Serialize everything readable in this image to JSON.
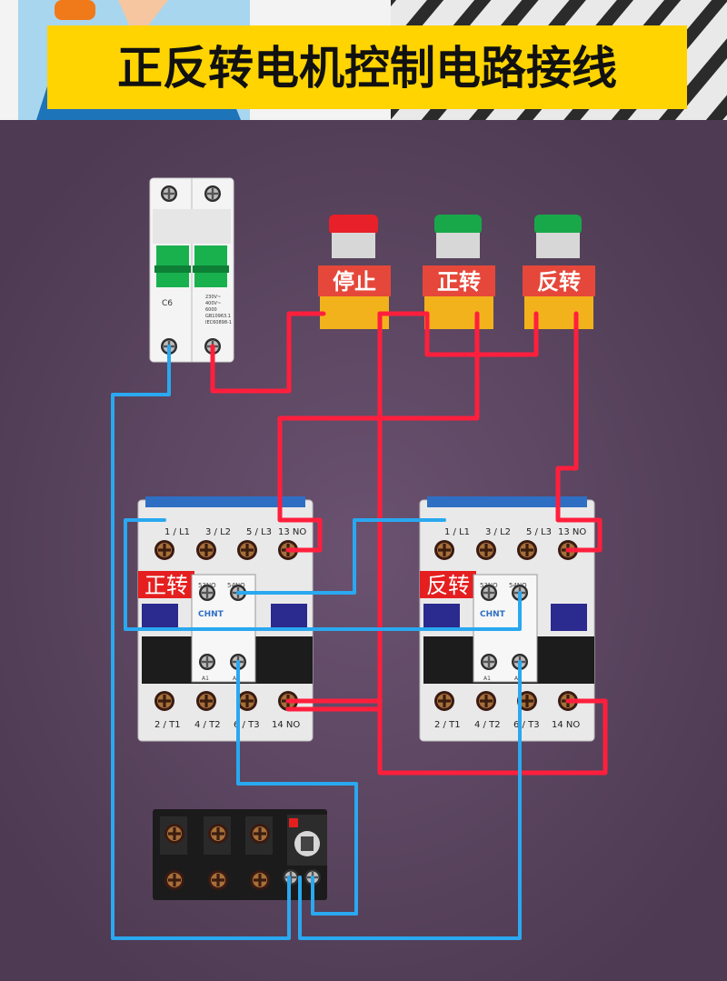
{
  "title": "正反转电机控制电路接线",
  "buttons": {
    "stop": "停止",
    "forward": "正转",
    "reverse": "反转"
  },
  "breaker": {
    "lines": [
      "C6",
      "230V~",
      "400V~",
      "6000",
      "GB10963.1",
      "IEC60898-1"
    ]
  },
  "contactor_forward": {
    "tag": "正转",
    "brand": "CHNT",
    "terminals_top": [
      "1 / L1",
      "3 / L2",
      "5 / L3",
      "13 NO"
    ],
    "terminals_bottom": [
      "2 / T1",
      "4 / T2",
      "6 / T3",
      "14 NO"
    ],
    "aux_top": [
      "53NO",
      "54NO"
    ],
    "aux_bottom": [
      "A1",
      "A2"
    ]
  },
  "contactor_reverse": {
    "tag": "反转",
    "brand": "CHNT",
    "terminals_top": [
      "1 / L1",
      "3 / L2",
      "5 / L3",
      "13 NO"
    ],
    "terminals_bottom": [
      "2 / T1",
      "4 / T2",
      "6 / T3",
      "14 NO"
    ],
    "aux_top": [
      "53NO",
      "54NO"
    ],
    "aux_bottom": [
      "A1",
      "A2"
    ]
  },
  "colors": {
    "title_bg": "#ffd400",
    "panel_bg": "#5c4660",
    "wire_red": "#ff1f3d",
    "wire_blue": "#2aa8f0",
    "stop_cap": "#e8202a",
    "start_cap": "#18a84a",
    "breaker_green": "#19b14e",
    "button_base": "#f2b21c",
    "tag_red": "#e51f1f"
  }
}
